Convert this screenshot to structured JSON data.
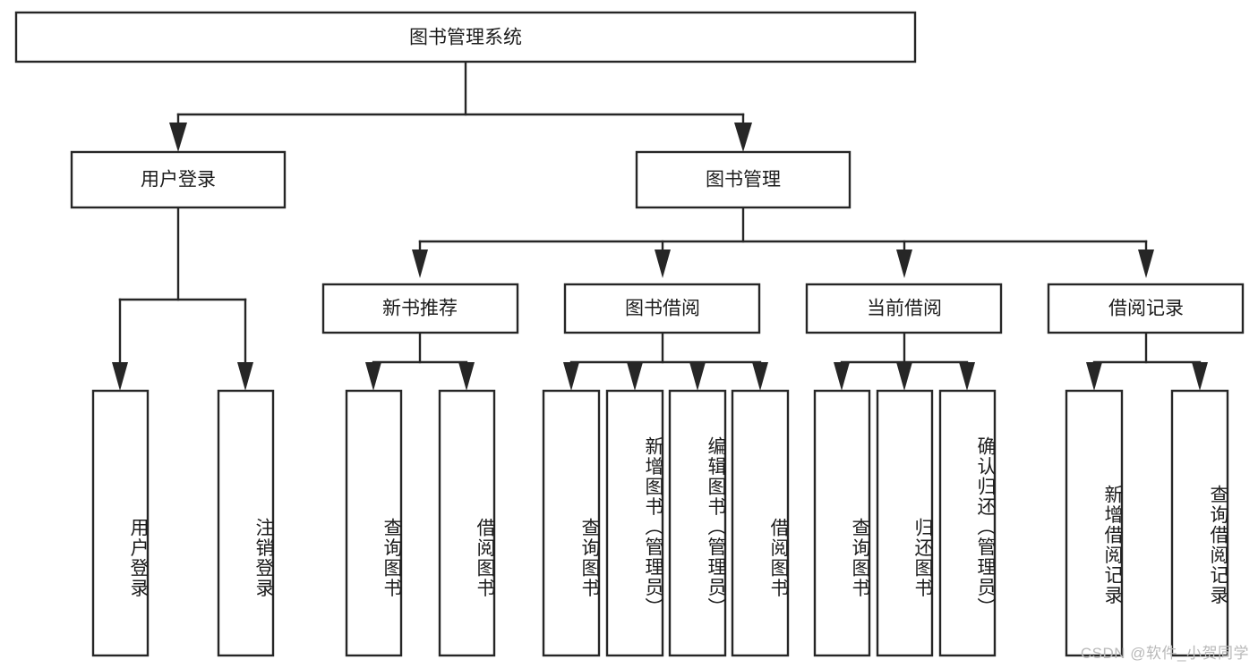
{
  "diagram": {
    "type": "tree-hierarchy-chart",
    "orientation": "top-down",
    "background_color": "#ffffff",
    "box_fill": "#ffffff",
    "box_stroke": "#262626",
    "connector_color": "#262626",
    "text_color": "#1c1c1c",
    "root": {
      "label": "图书管理系统",
      "level": 1,
      "orientation": "horizontal"
    },
    "level2": [
      {
        "label": "用户登录",
        "orientation": "horizontal"
      },
      {
        "label": "图书管理",
        "orientation": "horizontal"
      }
    ],
    "level3": [
      {
        "label": "新书推荐",
        "orientation": "horizontal",
        "parent": "图书管理"
      },
      {
        "label": "图书借阅",
        "orientation": "horizontal",
        "parent": "图书管理"
      },
      {
        "label": "当前借阅",
        "orientation": "horizontal",
        "parent": "图书管理"
      },
      {
        "label": "借阅记录",
        "orientation": "horizontal",
        "parent": "图书管理"
      }
    ],
    "leaves": {
      "用户登录": [
        {
          "label": "用户登录",
          "orientation": "vertical"
        },
        {
          "label": "注销登录",
          "orientation": "vertical"
        }
      ],
      "新书推荐": [
        {
          "label": "查询图书",
          "orientation": "vertical"
        },
        {
          "label": "借阅图书",
          "orientation": "vertical"
        }
      ],
      "图书借阅": [
        {
          "label": "查询图书",
          "orientation": "vertical"
        },
        {
          "label": "新增图书（管理员）",
          "orientation": "vertical"
        },
        {
          "label": "编辑图书（管理员）",
          "orientation": "vertical"
        },
        {
          "label": "借阅图书",
          "orientation": "vertical"
        }
      ],
      "当前借阅": [
        {
          "label": "查询图书",
          "orientation": "vertical"
        },
        {
          "label": "归还图书",
          "orientation": "vertical"
        },
        {
          "label": "确认归还（管理员）",
          "orientation": "vertical"
        }
      ],
      "借阅记录": [
        {
          "label": "新增借阅记录",
          "orientation": "vertical"
        },
        {
          "label": "查询借阅记录",
          "orientation": "vertical"
        }
      ]
    }
  },
  "labels": {
    "root": "图书管理系统",
    "n_user_login": "用户登录",
    "n_book_mgmt": "图书管理",
    "n_new_book_rec": "新书推荐",
    "n_book_borrow": "图书借阅",
    "n_current_borrow": "当前借阅",
    "n_borrow_record": "借阅记录",
    "l_user_login": "用户登录",
    "l_logout": "注销登录",
    "l_query_book_a": "查询图书",
    "l_borrow_book_a": "借阅图书",
    "l_query_book_b": "查询图书",
    "l_add_book_admin": "新增图书（管理员）",
    "l_edit_book_admin": "编辑图书（管理员）",
    "l_borrow_book_b": "借阅图书",
    "l_query_book_c": "查询图书",
    "l_return_book": "归还图书",
    "l_confirm_return_admin": "确认归还（管理员）",
    "l_add_borrow_record": "新增借阅记录",
    "l_query_borrow_record": "查询借阅记录"
  },
  "watermark": {
    "text": "CSDN @软件_小贺同学"
  }
}
